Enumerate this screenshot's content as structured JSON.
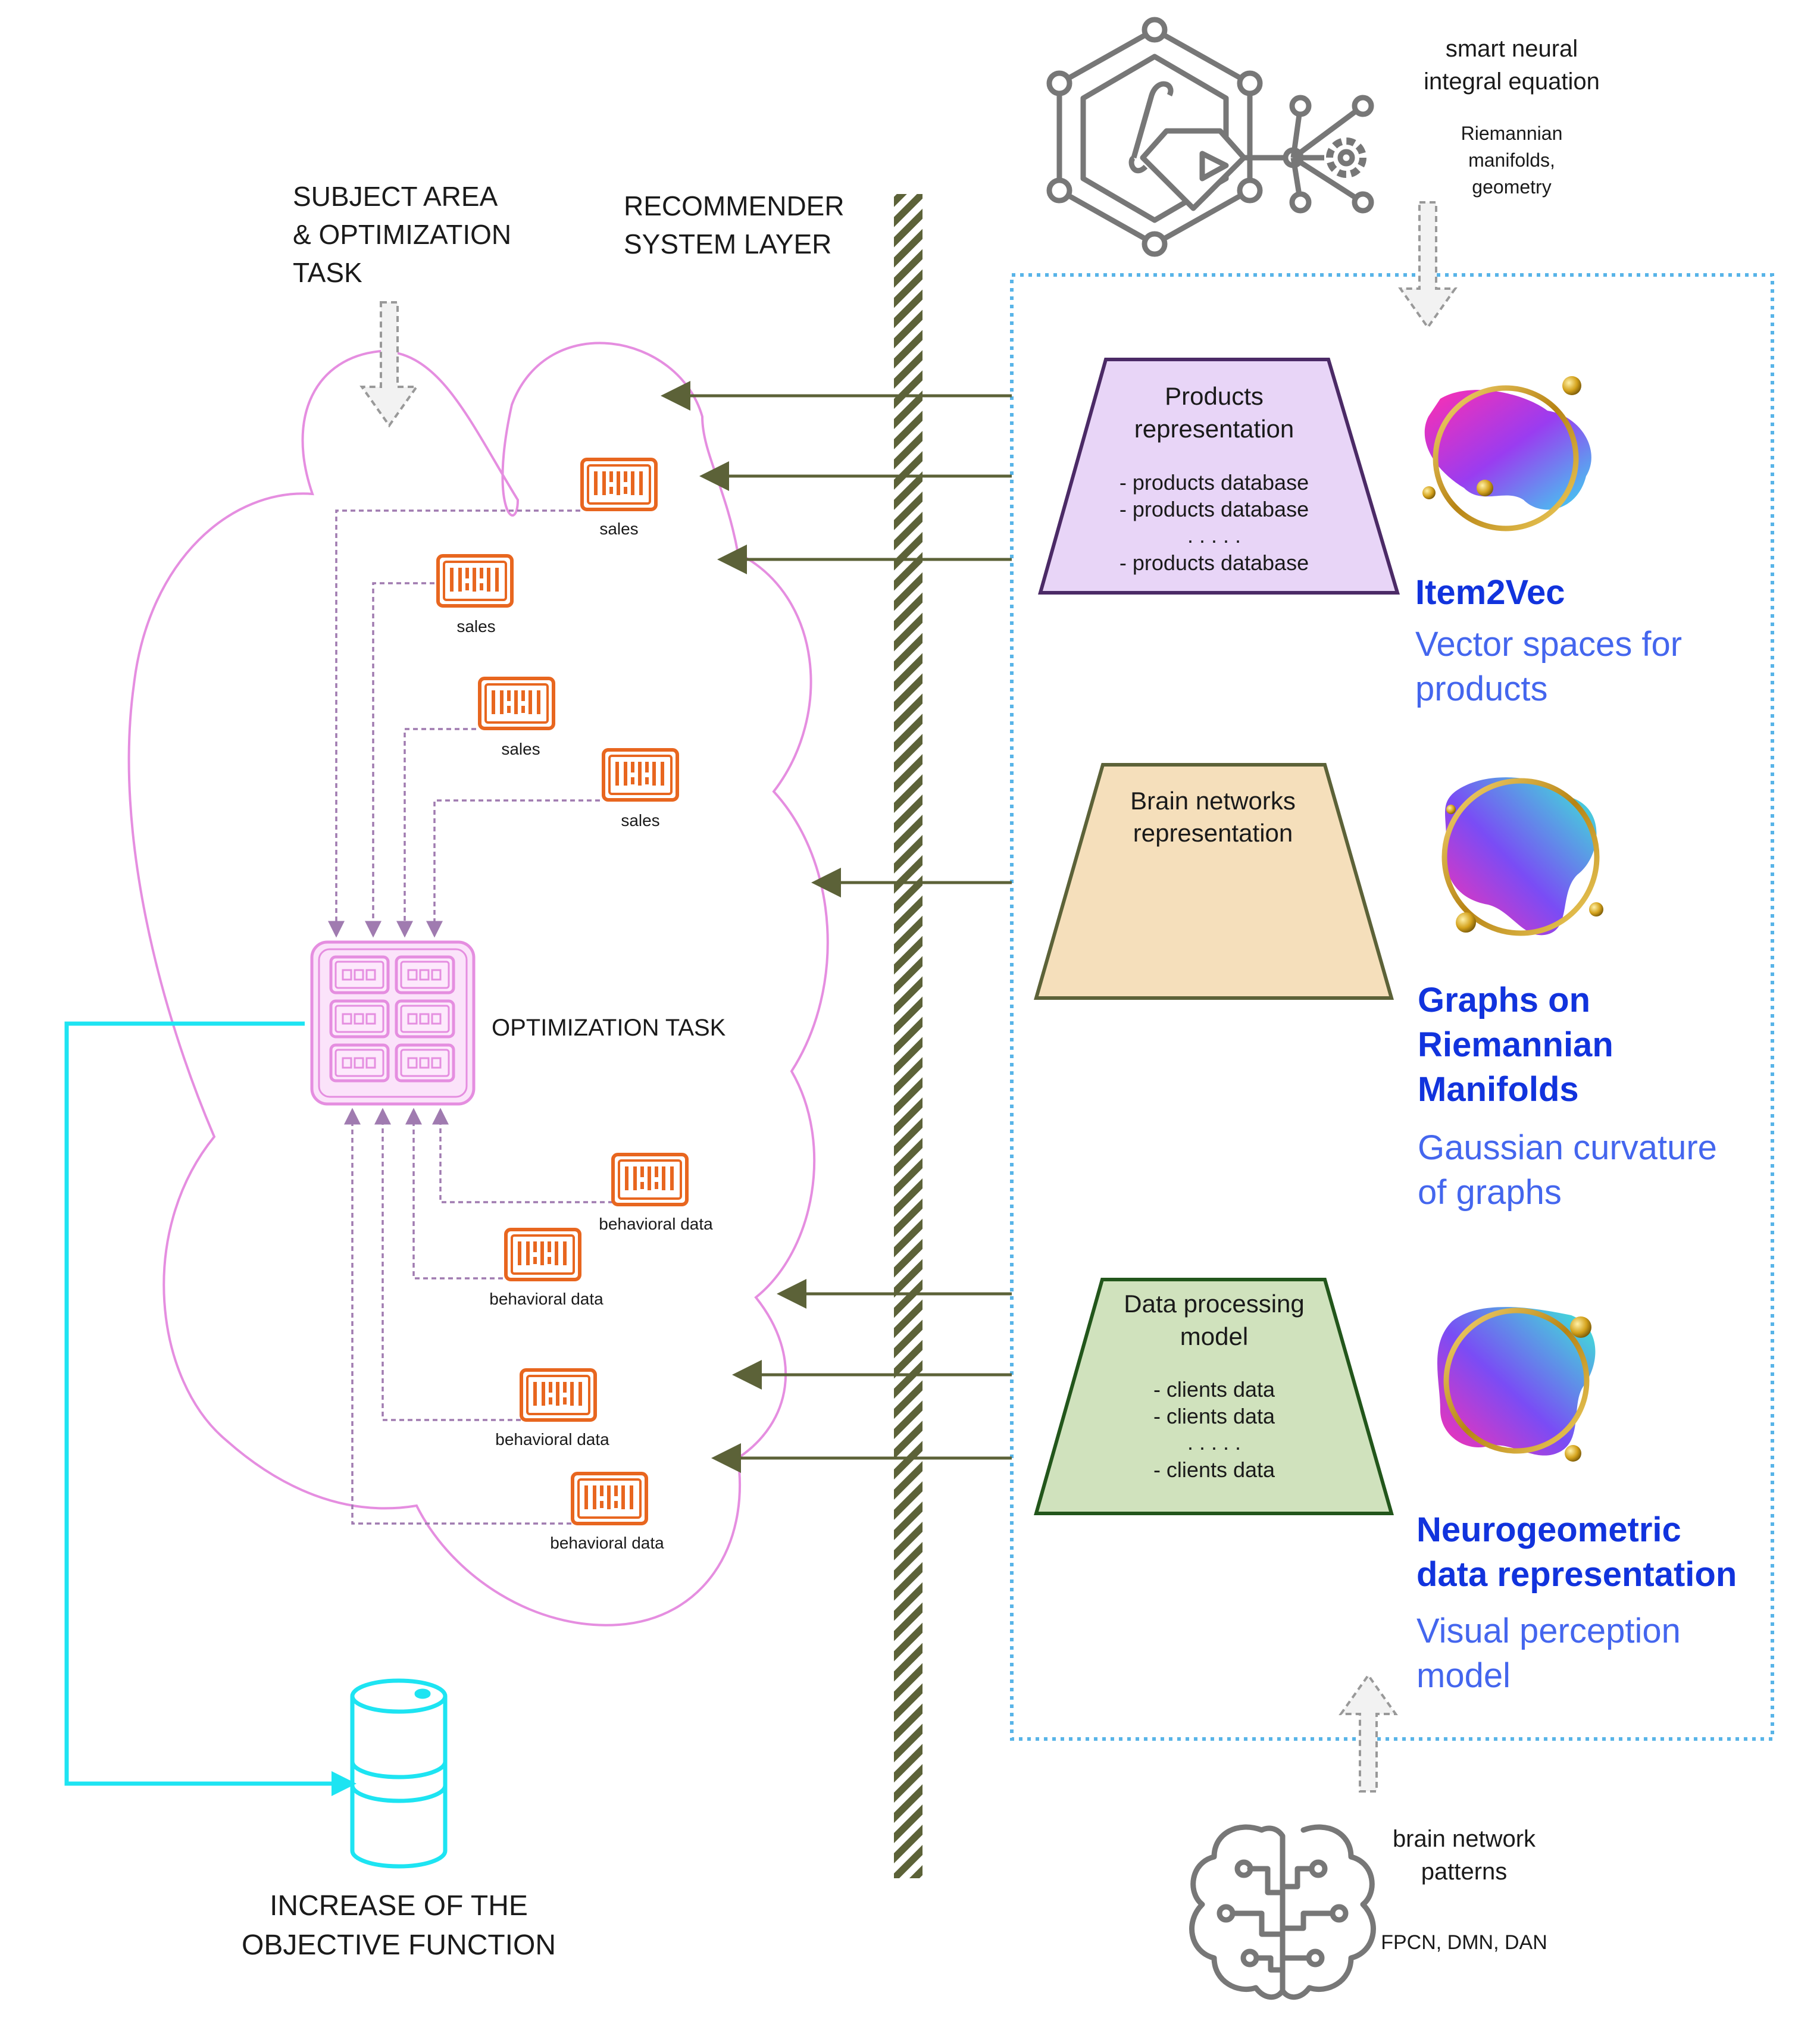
{
  "subject_area": {
    "lines": [
      "SUBJECT AREA",
      "& OPTIMIZATION",
      "TASK"
    ]
  },
  "recommender_layer": {
    "lines": [
      "RECOMMENDER",
      "SYSTEM LAYER"
    ]
  },
  "top_right": {
    "title_lines": [
      "smart neural",
      "integral equation"
    ],
    "sub_lines": [
      "Riemannian",
      "manifolds,",
      "geometry"
    ]
  },
  "bottom_right": {
    "title_lines": [
      "brain network",
      "patterns"
    ],
    "sub": "FPCN, DMN, DAN"
  },
  "sales_label": "sales",
  "behavioral_label": "behavioral data",
  "optimization_task": "OPTIMIZATION TASK",
  "objective": {
    "lines": [
      "INCREASE OF THE",
      "OBJECTIVE FUNCTION"
    ]
  },
  "products_box": {
    "title_lines": [
      "Products",
      "representation"
    ],
    "items": [
      "- products database",
      "- products database",
      ". . . . .",
      "- products database"
    ]
  },
  "brain_box": {
    "title_lines": [
      "Brain networks",
      "representation"
    ]
  },
  "data_box": {
    "title_lines": [
      "Data processing",
      "model"
    ],
    "items": [
      "- clients data",
      "- clients data",
      ". . . . .",
      "- clients data"
    ]
  },
  "item2vec": {
    "title_lines": [
      "Item2Vec"
    ],
    "sub_lines": [
      "Vector spaces for",
      "products"
    ]
  },
  "graphs": {
    "title_lines": [
      "Graphs on",
      "Riemannian",
      "Manifolds"
    ],
    "sub_lines": [
      "Gaussian curvature",
      "of graphs"
    ]
  },
  "neuro": {
    "title_lines": [
      "Neurogeometric",
      "data representation"
    ],
    "sub_lines": [
      "Visual perception",
      "model"
    ]
  },
  "colors": {
    "title_blue": "#1133dd",
    "sub_blue": "#4466ee",
    "olive": "#5c6238",
    "cyan": "#1de4f2",
    "pink": "#e58ee0",
    "orange": "#e8661f",
    "dotted_blue": "#58b4e8"
  }
}
